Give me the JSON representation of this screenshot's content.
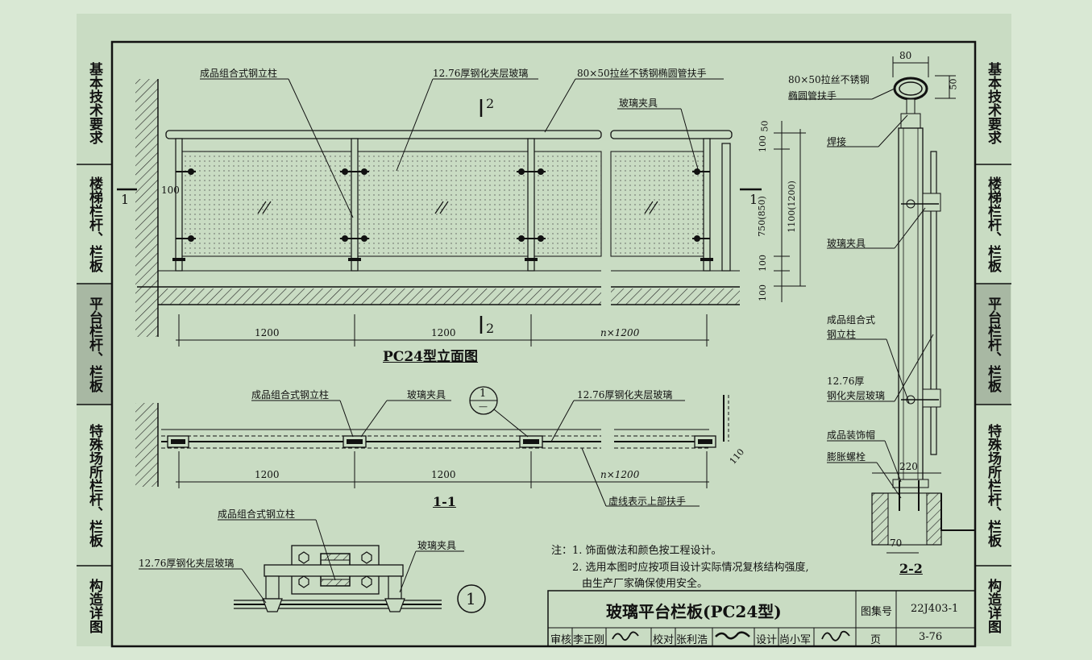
{
  "side_tabs_left": [
    "基本技术要求",
    "楼梯栏杆、栏板",
    "平台栏杆、栏板",
    "特殊场所栏杆、栏板",
    "构造详图"
  ],
  "side_tabs_right": [
    "基本技术要求",
    "楼梯栏杆、栏板",
    "平台栏杆、栏板",
    "特殊场所栏杆、栏板",
    "构造详图"
  ],
  "active_tab": "平台栏杆、栏板",
  "elevation": {
    "title": "PC24型立面图",
    "labels": {
      "post": "成品组合式钢立柱",
      "glass": "12.76厚钢化夹层玻璃",
      "handrail": "80×50拉丝不锈钢椭圆管扶手",
      "clamp": "玻璃夹具"
    },
    "dims": [
      "1200",
      "1200",
      "n×1200"
    ],
    "dim_100": "100",
    "section_mark_1": "1",
    "section_mark_2": "2",
    "vertical_dims": [
      "50",
      "100",
      "750(850)",
      "1100(1200)",
      "100",
      "100"
    ]
  },
  "plan": {
    "title": "1-1",
    "labels": {
      "post": "成品组合式钢立柱",
      "clamp": "玻璃夹具",
      "glass": "12.76厚钢化夹层玻璃",
      "dashed": "虚线表示上部扶手"
    },
    "dims": [
      "1200",
      "1200",
      "n×1200"
    ],
    "dim_110": "110",
    "callout_top": "1",
    "callout_bottom": "—"
  },
  "detail1": {
    "labels": {
      "post": "成品组合式钢立柱",
      "glass": "12.76厚钢化夹层玻璃",
      "clamp": "玻璃夹具"
    },
    "number": "1"
  },
  "section22": {
    "title": "2-2",
    "labels": {
      "handrail": "80×50拉丝不锈钢",
      "handrail2": "椭圆管扶手",
      "weld": "焊接",
      "clamp": "玻璃夹具",
      "post": "成品组合式",
      "post2": "钢立柱",
      "glass": "12.76厚",
      "glass2": "钢化夹层玻璃",
      "cap": "成品装饰帽",
      "bolt": "膨胀螺栓"
    },
    "dims": {
      "top": "80",
      "right": "50",
      "base": "220",
      "bottom": "70"
    }
  },
  "notes": {
    "prefix": "注：",
    "line1": "1. 饰面做法和颜色按工程设计。",
    "line2": "2. 选用本图时应按项目设计实际情况复核结构强度,",
    "line3": "由生产厂家确保使用安全。"
  },
  "title_block": {
    "title": "玻璃平台栏板(PC24型)",
    "atlas_label": "图集号",
    "atlas_no": "22J403-1",
    "review_label": "审核",
    "reviewer": "李正刚",
    "check_label": "校对",
    "checker": "张利浩",
    "design_label": "设计",
    "designer": "尚小军",
    "page_label": "页",
    "page_no": "3-76"
  }
}
